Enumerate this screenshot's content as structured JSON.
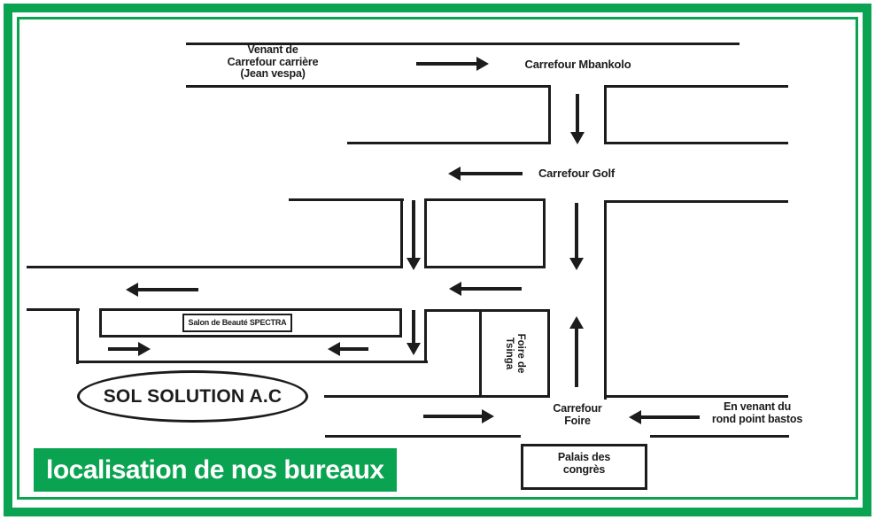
{
  "colors": {
    "frame_green": "#0aa351",
    "line_ink": "#1c1c1c",
    "banner_text": "#ffffff"
  },
  "banner": {
    "label": "localisation de nos bureaux"
  },
  "map": {
    "labels": {
      "venant_de": "Venant de\nCarrefour carrière\n(Jean vespa)",
      "carrefour_mbankolo": "Carrefour Mbankolo",
      "carrefour_golf": "Carrefour Golf",
      "salon_spectra": "Salon de Beauté SPECTRA",
      "foire_tsinga": "Foire de\nTsinga",
      "sol_solution": "SOL SOLUTION A.C",
      "carrefour_foire": "Carrefour\nFoire",
      "en_venant": "En venant du\nrond point bastos",
      "palais_congres": "Palais des\ncongrès"
    }
  }
}
